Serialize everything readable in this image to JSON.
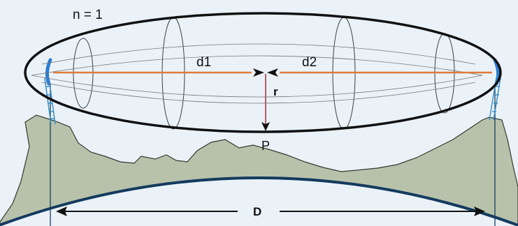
{
  "labels": {
    "refractive_index": "n = 1",
    "distance_1": "d1",
    "distance_2": "d2",
    "zone_radius": "r",
    "point": "P",
    "total_distance": "D"
  },
  "colors": {
    "background": "#eaf2f8",
    "ellipse_stroke": "#111111",
    "line_of_sight": "#e07a3a",
    "radius_line": "#b85a6a",
    "terrain_fill": "#b8c2ab",
    "terrain_stroke": "#2f3a2f",
    "earth_curve": "#143a5e",
    "antenna": "#2a7fd4",
    "tower": "#3a8fc8"
  }
}
